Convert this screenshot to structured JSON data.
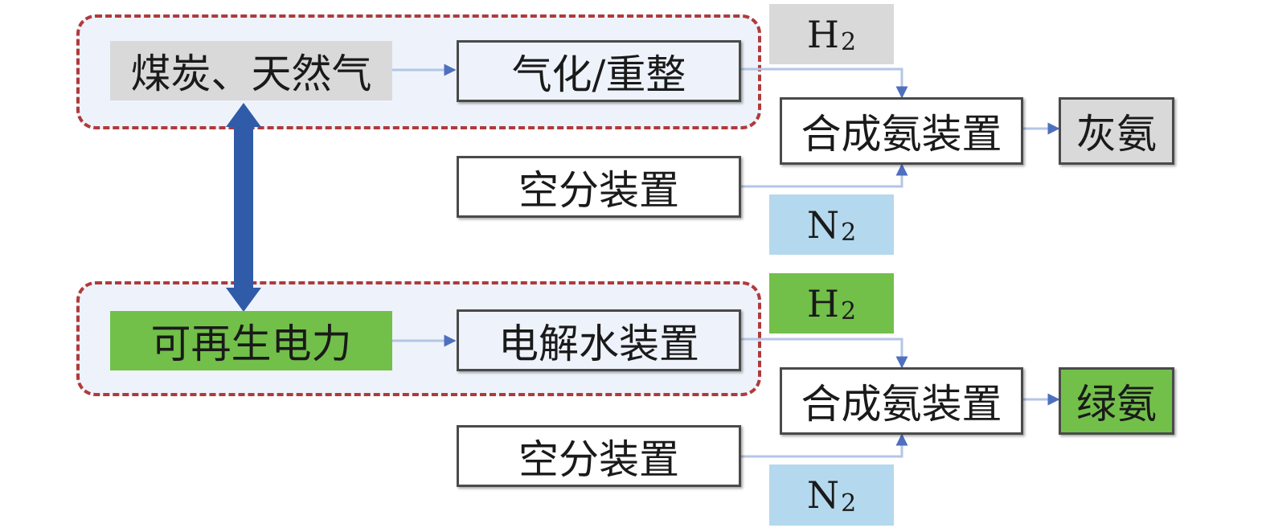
{
  "colors": {
    "group_border": "#b03a3a",
    "group_fill": "#eef3fb",
    "grey_fill": "#d9d9d9",
    "green_fill": "#72c04a",
    "blue_fill": "#b4d8ee",
    "light_fill": "#eef3fb",
    "white_fill": "#ffffff",
    "arrow": "#4f6fbf",
    "big_arrow": "#2f5ba8"
  },
  "top_route": {
    "source": "煤炭、天然气",
    "process": "气化/重整",
    "h2": {
      "symbol": "H",
      "subscript": "2"
    },
    "air_separation": "空分装置",
    "n2": {
      "symbol": "N",
      "subscript": "2"
    },
    "synthesis": "合成氨装置",
    "product": "灰氨"
  },
  "bottom_route": {
    "source": "可再生电力",
    "process": "电解水装置",
    "h2": {
      "symbol": "H",
      "subscript": "2"
    },
    "air_separation": "空分装置",
    "n2": {
      "symbol": "N",
      "subscript": "2"
    },
    "synthesis": "合成氨装置",
    "product": "绿氨"
  }
}
